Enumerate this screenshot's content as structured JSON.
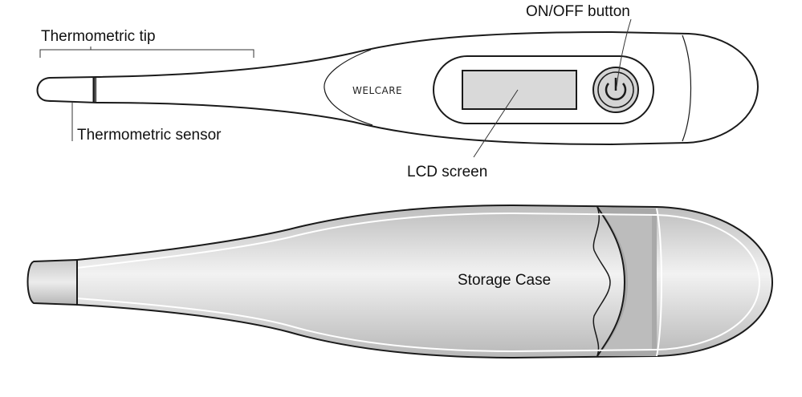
{
  "labels": {
    "thermometric_tip": "Thermometric tip",
    "thermometric_sensor": "Thermometric sensor",
    "on_off_button": "ON/OFF button",
    "lcd_screen": "LCD screen",
    "storage_case": "Storage Case"
  },
  "brand": "WELCARE",
  "colors": {
    "outline": "#1a1a1a",
    "lcd_fill": "#d9d9d9",
    "case_fill": "#d6d6d6",
    "case_band": "#a9a9a9"
  }
}
